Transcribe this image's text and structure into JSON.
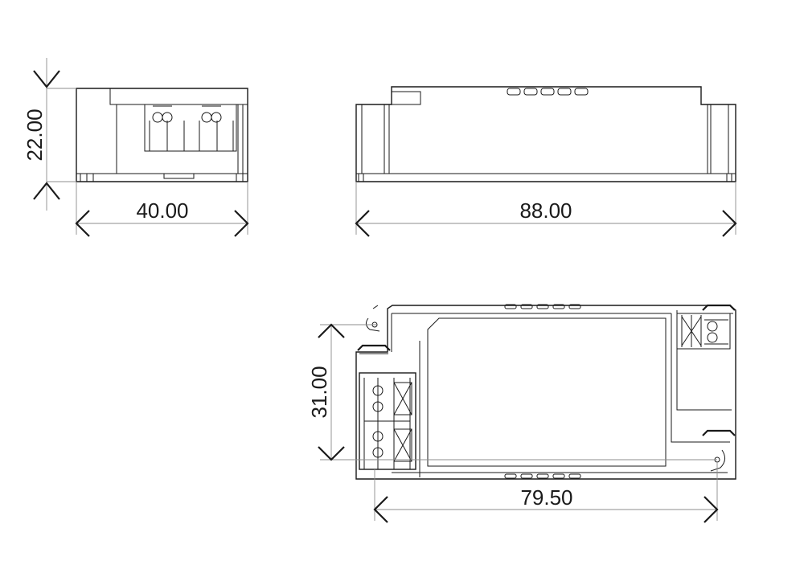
{
  "dimensions": {
    "front_height": "22.00",
    "front_width": "40.00",
    "side_length": "88.00",
    "top_width": "31.00",
    "mount_hole_spacing": "79.50"
  }
}
